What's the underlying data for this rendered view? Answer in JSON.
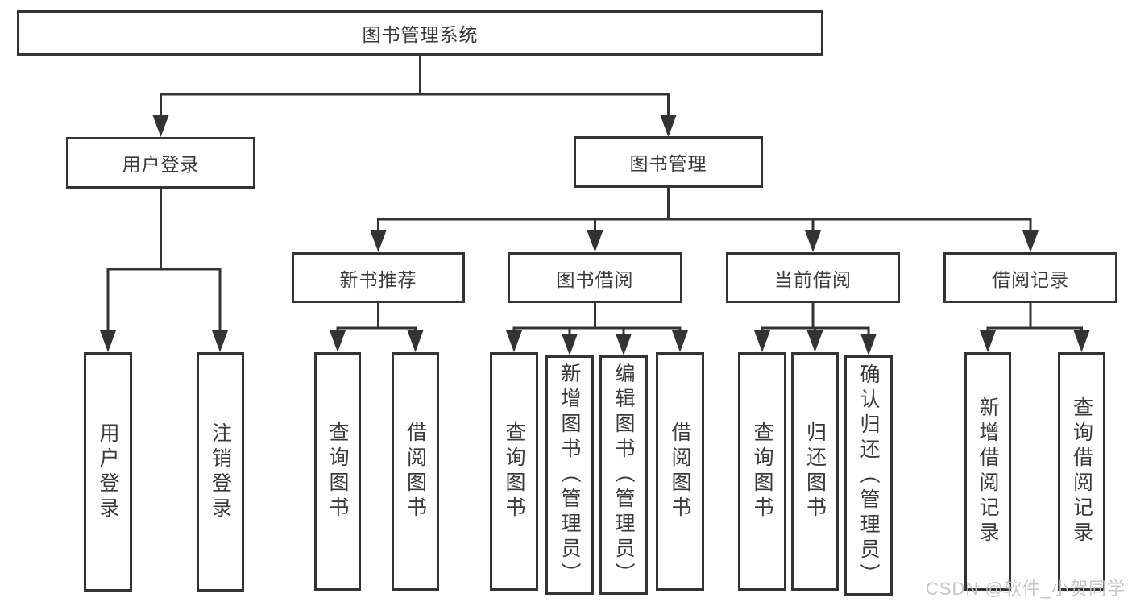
{
  "title": "图书管理系统",
  "tree": {
    "label": "图书管理系统",
    "children": [
      {
        "label": "用户登录",
        "children": [
          {
            "label": "用户登录"
          },
          {
            "label": "注销登录"
          }
        ]
      },
      {
        "label": "图书管理",
        "children": [
          {
            "label": "新书推荐",
            "children": [
              {
                "label": "查询图书"
              },
              {
                "label": "借阅图书"
              }
            ]
          },
          {
            "label": "图书借阅",
            "children": [
              {
                "label": "查询图书"
              },
              {
                "label": "新增图书（管理员）"
              },
              {
                "label": "编辑图书（管理员）"
              },
              {
                "label": "借阅图书"
              }
            ]
          },
          {
            "label": "当前借阅",
            "children": [
              {
                "label": "查询图书"
              },
              {
                "label": "归还图书"
              },
              {
                "label": "确认归还（管理员）"
              }
            ]
          },
          {
            "label": "借阅记录",
            "children": [
              {
                "label": "新增借阅记录"
              },
              {
                "label": "查询借阅记录"
              }
            ]
          }
        ]
      }
    ]
  },
  "watermark": {
    "text": "CSDN @软件_小贺同学"
  },
  "colors": {
    "line": "#333333",
    "text": "#3a3a3a",
    "watermark": "#c3c3c3",
    "background": "#ffffff"
  }
}
